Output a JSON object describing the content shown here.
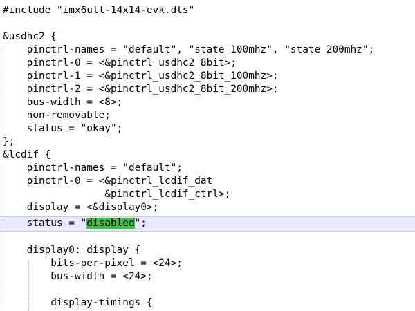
{
  "editor": {
    "lines": [
      "#include \"imx6ull-14x14-evk.dts\"",
      "",
      "&usdhc2 {",
      "    pinctrl-names = \"default\", \"state_100mhz\", \"state_200mhz\";",
      "    pinctrl-0 = <&pinctrl_usdhc2_8bit>;",
      "    pinctrl-1 = <&pinctrl_usdhc2_8bit_100mhz>;",
      "    pinctrl-2 = <&pinctrl_usdhc2_8bit_200mhz>;",
      "    bus-width = <8>;",
      "    non-removable;",
      "    status = \"okay\";",
      "};",
      "&lcdif {",
      "    pinctrl-names = \"default\";",
      "    pinctrl-0 = <&pinctrl_lcdif_dat",
      "                 &pinctrl_lcdif_ctrl>;",
      "    display = <&display0>;",
      "",
      "",
      "    display0: display {",
      "        bits-per-pixel = <24>;",
      "        bus-width = <24>;",
      "",
      "        display-timings {"
    ],
    "status_line": {
      "prefix": "    status = \"",
      "highlighted": "disabled",
      "suffix": "\";"
    },
    "colors": {
      "background": "#ffffff",
      "text": "#000000",
      "current_line": "#e8e8ff",
      "selection_highlight": "#40c040"
    }
  }
}
